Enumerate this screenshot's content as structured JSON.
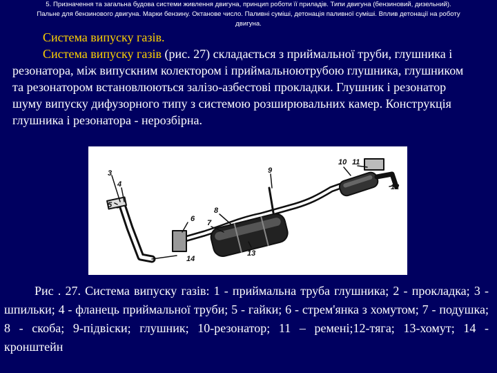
{
  "header": {
    "line1": "5. Призначення та загальна будова системи живлення двигуна, принцип роботи її приладів. Типи двигуна (бензиновий, дизельний).",
    "line2": "Пальне для бензинового двигуна. Марки бензину. Октанове число. Паливні суміші, детонація паливної суміші. Вплив детонації на роботу",
    "line3": "двигуна."
  },
  "title": "Система випуску газів.",
  "intro": {
    "highlight": "Система випуску газів",
    "text": " (рис. 27) складається з приймальної труби, глушника і резонатора,  між випускним колектором і приймальноютрубою глушника, глушником та резонатором встановлюються залізо-азбестові прокладки. Глушник і резонатор шуму випуску дифузорного типу з системою розширювальних камер. Конструкція глушника і резонатора - нерозбірна."
  },
  "figure": {
    "labels": [
      "3",
      "4",
      "5",
      "6",
      "7",
      "8",
      "9",
      "10",
      "11",
      "12",
      "13",
      "14"
    ]
  },
  "caption": "Рис  . 27.   Система випуску газів: 1 - приймальна труба глушника; 2 - прокладка; 3 - шпильки; 4 - фланець приймальної труби; 5 - гайки; 6 - стрем'янка з хомутом; 7 - подушка; 8 - скоба; 9-підвіски; глушник; 10-резонатор; 11 – ремені;12-тяга; 13-хомут; 14 -  кронштейн",
  "colors": {
    "background": "#000060",
    "title": "#FFD200",
    "text": "#FFFFFF"
  }
}
